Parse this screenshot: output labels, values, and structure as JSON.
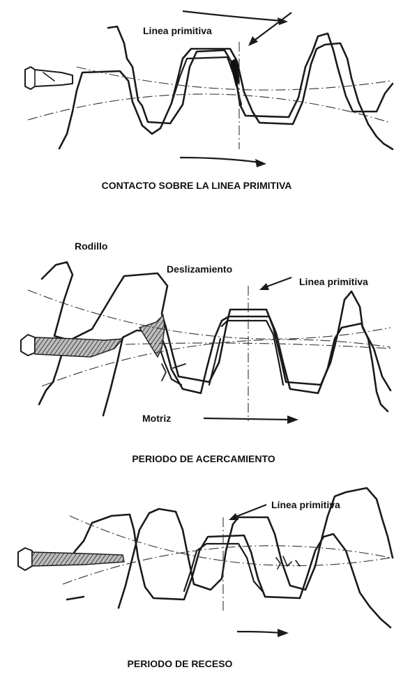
{
  "diagrams": [
    {
      "caption": "CONTACTO SOBRE LA LINEA PRIMITIVA",
      "labels": {
        "pitch_line": "Linea primitiva"
      }
    },
    {
      "caption": "PERIODO DE ACERCAMIENTO",
      "labels": {
        "roller": "Rodillo",
        "sliding": "Deslizamiento",
        "pitch_line": "Linea primitiva",
        "driver": "Motriz"
      }
    },
    {
      "caption": "PERIODO DE RECESO",
      "labels": {
        "pitch_line": "Línea primitiva"
      }
    }
  ],
  "colors": {
    "ink": "#1a1a1a",
    "background": "#ffffff"
  }
}
